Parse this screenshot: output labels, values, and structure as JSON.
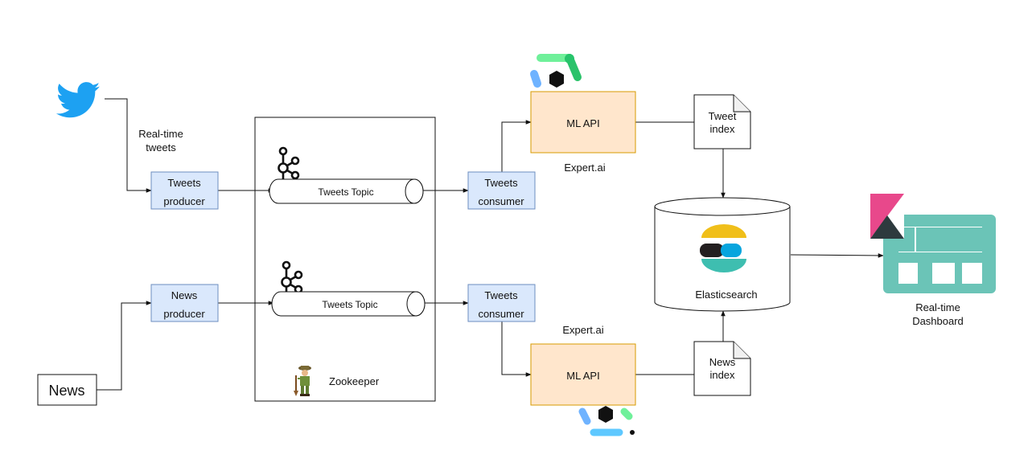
{
  "labels": {
    "realtime_tweets": [
      "Real-time",
      "tweets"
    ],
    "tweets_producer": [
      "Tweets",
      "producer"
    ],
    "news_producer": [
      "News",
      "producer"
    ],
    "news_source": "News",
    "topic_top": "Tweets Topic",
    "topic_bottom": "Tweets Topic",
    "zookeeper": "Zookeeper",
    "consumer_top": [
      "Tweets",
      "consumer"
    ],
    "consumer_bottom": [
      "Tweets",
      "consumer"
    ],
    "ml_api_top": "ML API",
    "ml_api_bottom": "ML API",
    "expert_top": "Expert.ai",
    "expert_bottom": "Expert.ai",
    "tweet_index": [
      "Tweet",
      "index"
    ],
    "news_index": [
      "News",
      "index"
    ],
    "elasticsearch": "Elasticsearch",
    "dashboard": [
      "Real-time",
      "Dashboard"
    ]
  },
  "icons": [
    "twitter-bird-icon",
    "kafka-icon",
    "zookeeper-icon",
    "expert-ai-logo-icon",
    "elasticsearch-logo-icon",
    "kibana-logo-icon"
  ],
  "colors": {
    "producer_fill": "#dae8fc",
    "producer_stroke": "#6c8ebf",
    "ml_fill": "#ffe6cc",
    "ml_stroke": "#d79b00",
    "twitter_blue": "#1da1f2",
    "kibana_teal": "#6bc4b7",
    "kibana_pink": "#e8488b"
  }
}
